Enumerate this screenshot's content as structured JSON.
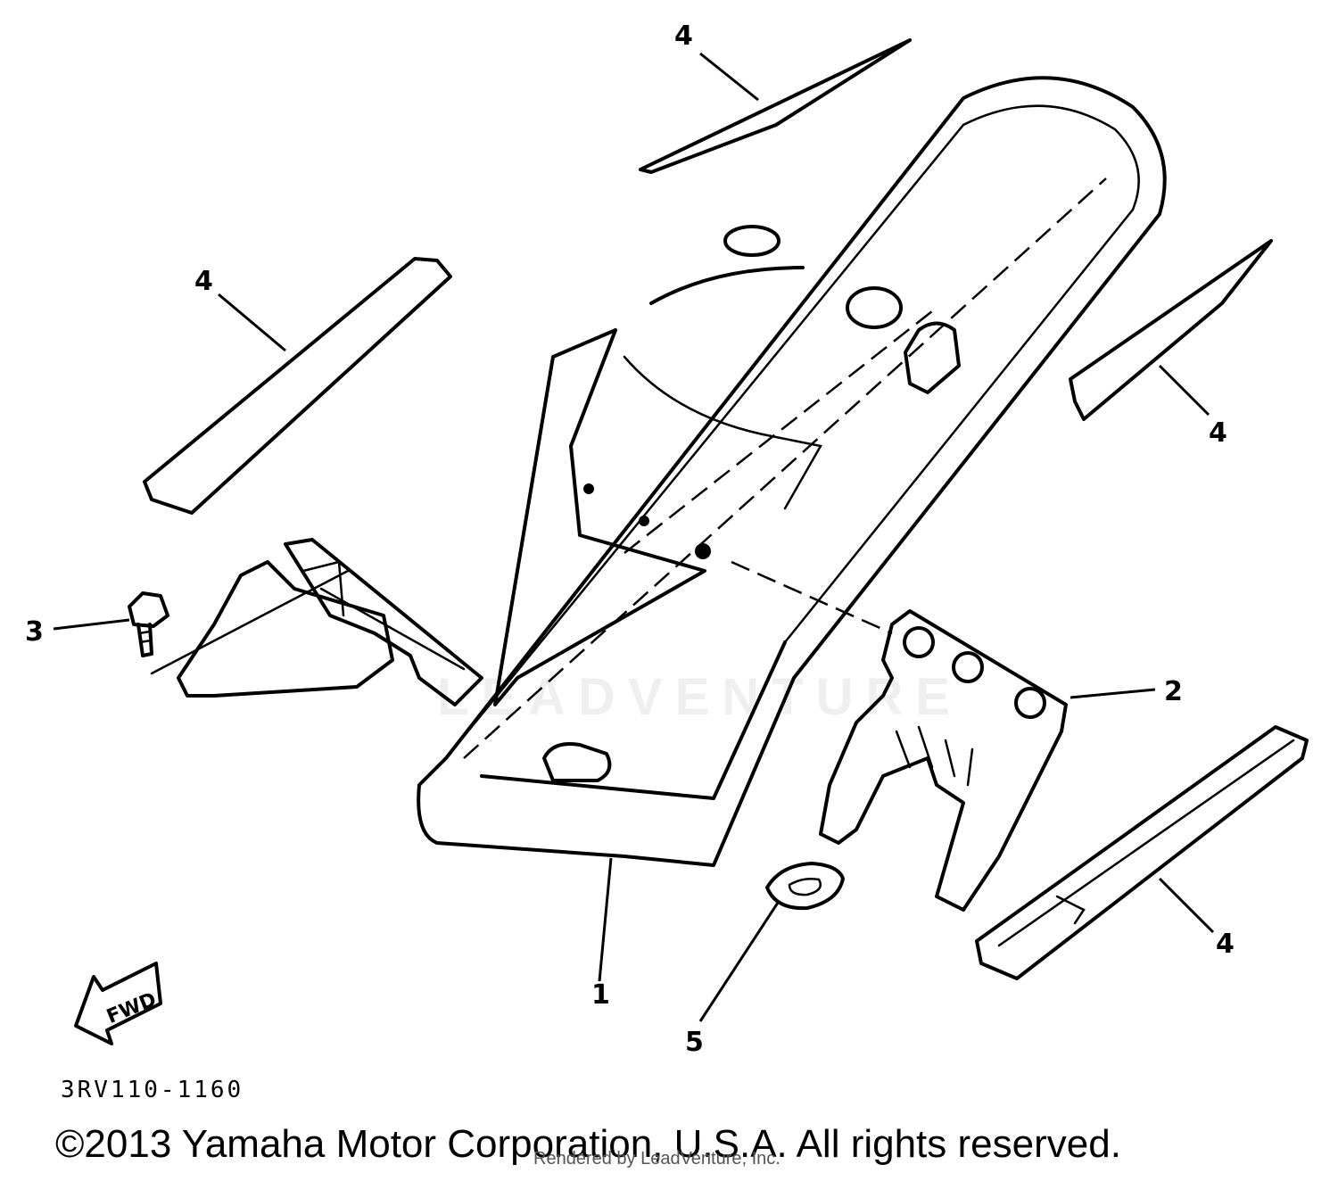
{
  "callouts": [
    {
      "id": "1",
      "text": "1"
    },
    {
      "id": "2",
      "text": "2"
    },
    {
      "id": "3",
      "text": "3"
    },
    {
      "id": "4a",
      "text": "4"
    },
    {
      "id": "4b",
      "text": "4"
    },
    {
      "id": "4c",
      "text": "4"
    },
    {
      "id": "4d",
      "text": "4"
    },
    {
      "id": "5",
      "text": "5"
    }
  ],
  "fwd_label": "FWD",
  "diagram_code": "3RV110-1160",
  "copyright": "©2013 Yamaha Motor Corporation, U.S.A. All rights reserved.",
  "rendered_by": "Rendered by LeadVenture, Inc.",
  "watermark": "LEADVENTURE"
}
